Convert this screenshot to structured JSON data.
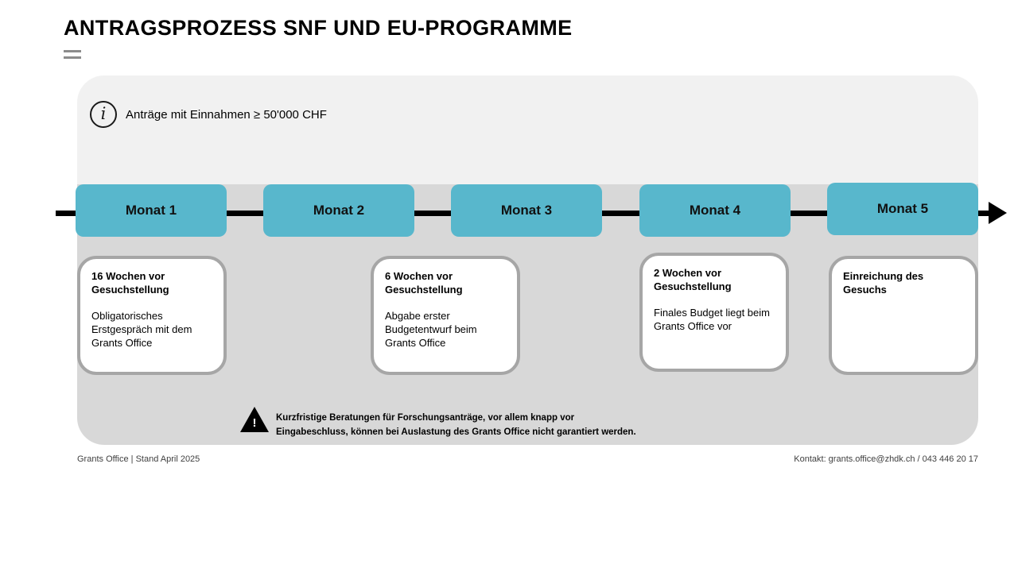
{
  "page": {
    "title": "ANTRAGSPROZESS SNF UND EU-PROGRAMME",
    "footer_left": "Grants Office | Stand April 2025",
    "footer_right": "Kontakt: grants.office@zhdk.ch / 043 446 20 17"
  },
  "info": {
    "text": "Anträge mit Einnahmen ≥ 50'000 CHF"
  },
  "timeline": {
    "months": [
      {
        "label": "Monat 1"
      },
      {
        "label": "Monat 2"
      },
      {
        "label": "Monat 3"
      },
      {
        "label": "Monat 4"
      },
      {
        "label": "Monat 5"
      }
    ]
  },
  "cards": [
    {
      "heading": "16 Wochen vor Gesuchstellung",
      "body": "Obligatorisches Erstgespräch mit dem Grants Office"
    },
    {
      "heading": "6 Wochen vor Gesuchstellung",
      "body": "Abgabe erster Budgetentwurf beim Grants Office"
    },
    {
      "heading": "2 Wochen vor Gesuchstellung",
      "body": "Finales Budget liegt beim Grants Office vor"
    },
    {
      "heading": "Einreichung des Gesuchs",
      "body": ""
    }
  ],
  "warning": {
    "text": "Kurzfristige Beratungen für Forschungsanträge, vor allem knapp vor Eingabeschluss, können bei Auslastung des Grants Office nicht garantiert werden."
  },
  "icons": {
    "info_glyph": "i",
    "warning_glyph": "!"
  },
  "colors": {
    "month_accent": "#58b7cc",
    "panel_light": "#f1f1f1",
    "panel_dark": "#d8d8d8",
    "card_border": "#a6a6a6"
  }
}
